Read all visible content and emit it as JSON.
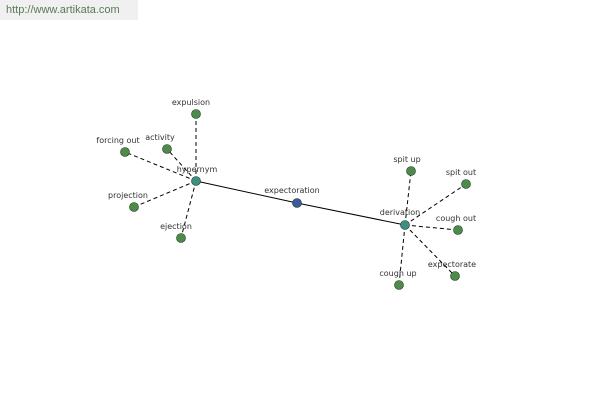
{
  "watermark": "http://www.artikata.com",
  "colors": {
    "leaf": "#4e8a48",
    "hub": "#3d8f86",
    "center": "#3c5aa0",
    "edge": "#000000"
  },
  "center": {
    "id": "expectoration",
    "label": "expectoration"
  },
  "hubs": [
    {
      "id": "hypernym",
      "label": "hypernym"
    },
    {
      "id": "derivation",
      "label": "derivation"
    }
  ],
  "leaves": [
    {
      "id": "expulsion",
      "label": "expulsion",
      "hub": "hypernym"
    },
    {
      "id": "activity",
      "label": "activity",
      "hub": "hypernym"
    },
    {
      "id": "forcing-out",
      "label": "forcing out",
      "hub": "hypernym"
    },
    {
      "id": "projection",
      "label": "projection",
      "hub": "hypernym"
    },
    {
      "id": "ejection",
      "label": "ejection",
      "hub": "hypernym"
    },
    {
      "id": "spit-up",
      "label": "spit up",
      "hub": "derivation"
    },
    {
      "id": "spit-out",
      "label": "spit out",
      "hub": "derivation"
    },
    {
      "id": "cough-out",
      "label": "cough out",
      "hub": "derivation"
    },
    {
      "id": "expectorate",
      "label": "expectorate",
      "hub": "derivation"
    },
    {
      "id": "cough-up",
      "label": "cough up",
      "hub": "derivation"
    }
  ]
}
